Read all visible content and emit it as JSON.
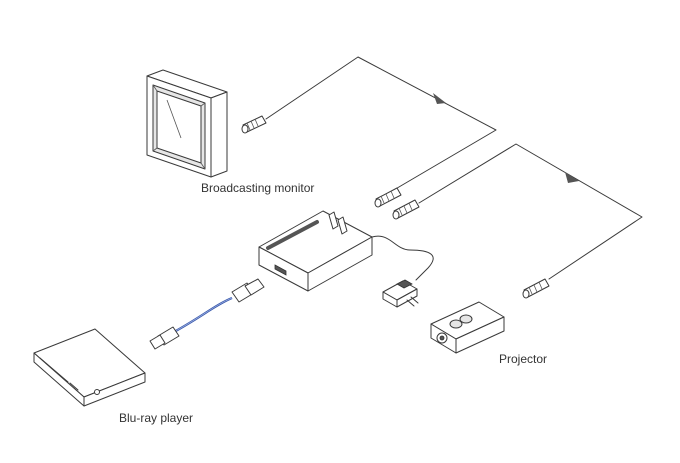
{
  "devices": {
    "monitor": {
      "label": "Broadcasting monitor"
    },
    "projector": {
      "label": "Projector"
    },
    "bluray": {
      "label": "Blu-ray player"
    }
  },
  "colors": {
    "line": "#3a3a3a",
    "hdmi_cable": "#3355aa",
    "arrow": "#555555"
  },
  "icons": [
    "monitor-icon",
    "converter-icon",
    "power-adapter-icon",
    "projector-icon",
    "bluray-player-icon",
    "bnc-connector-icon",
    "hdmi-connector-icon"
  ]
}
